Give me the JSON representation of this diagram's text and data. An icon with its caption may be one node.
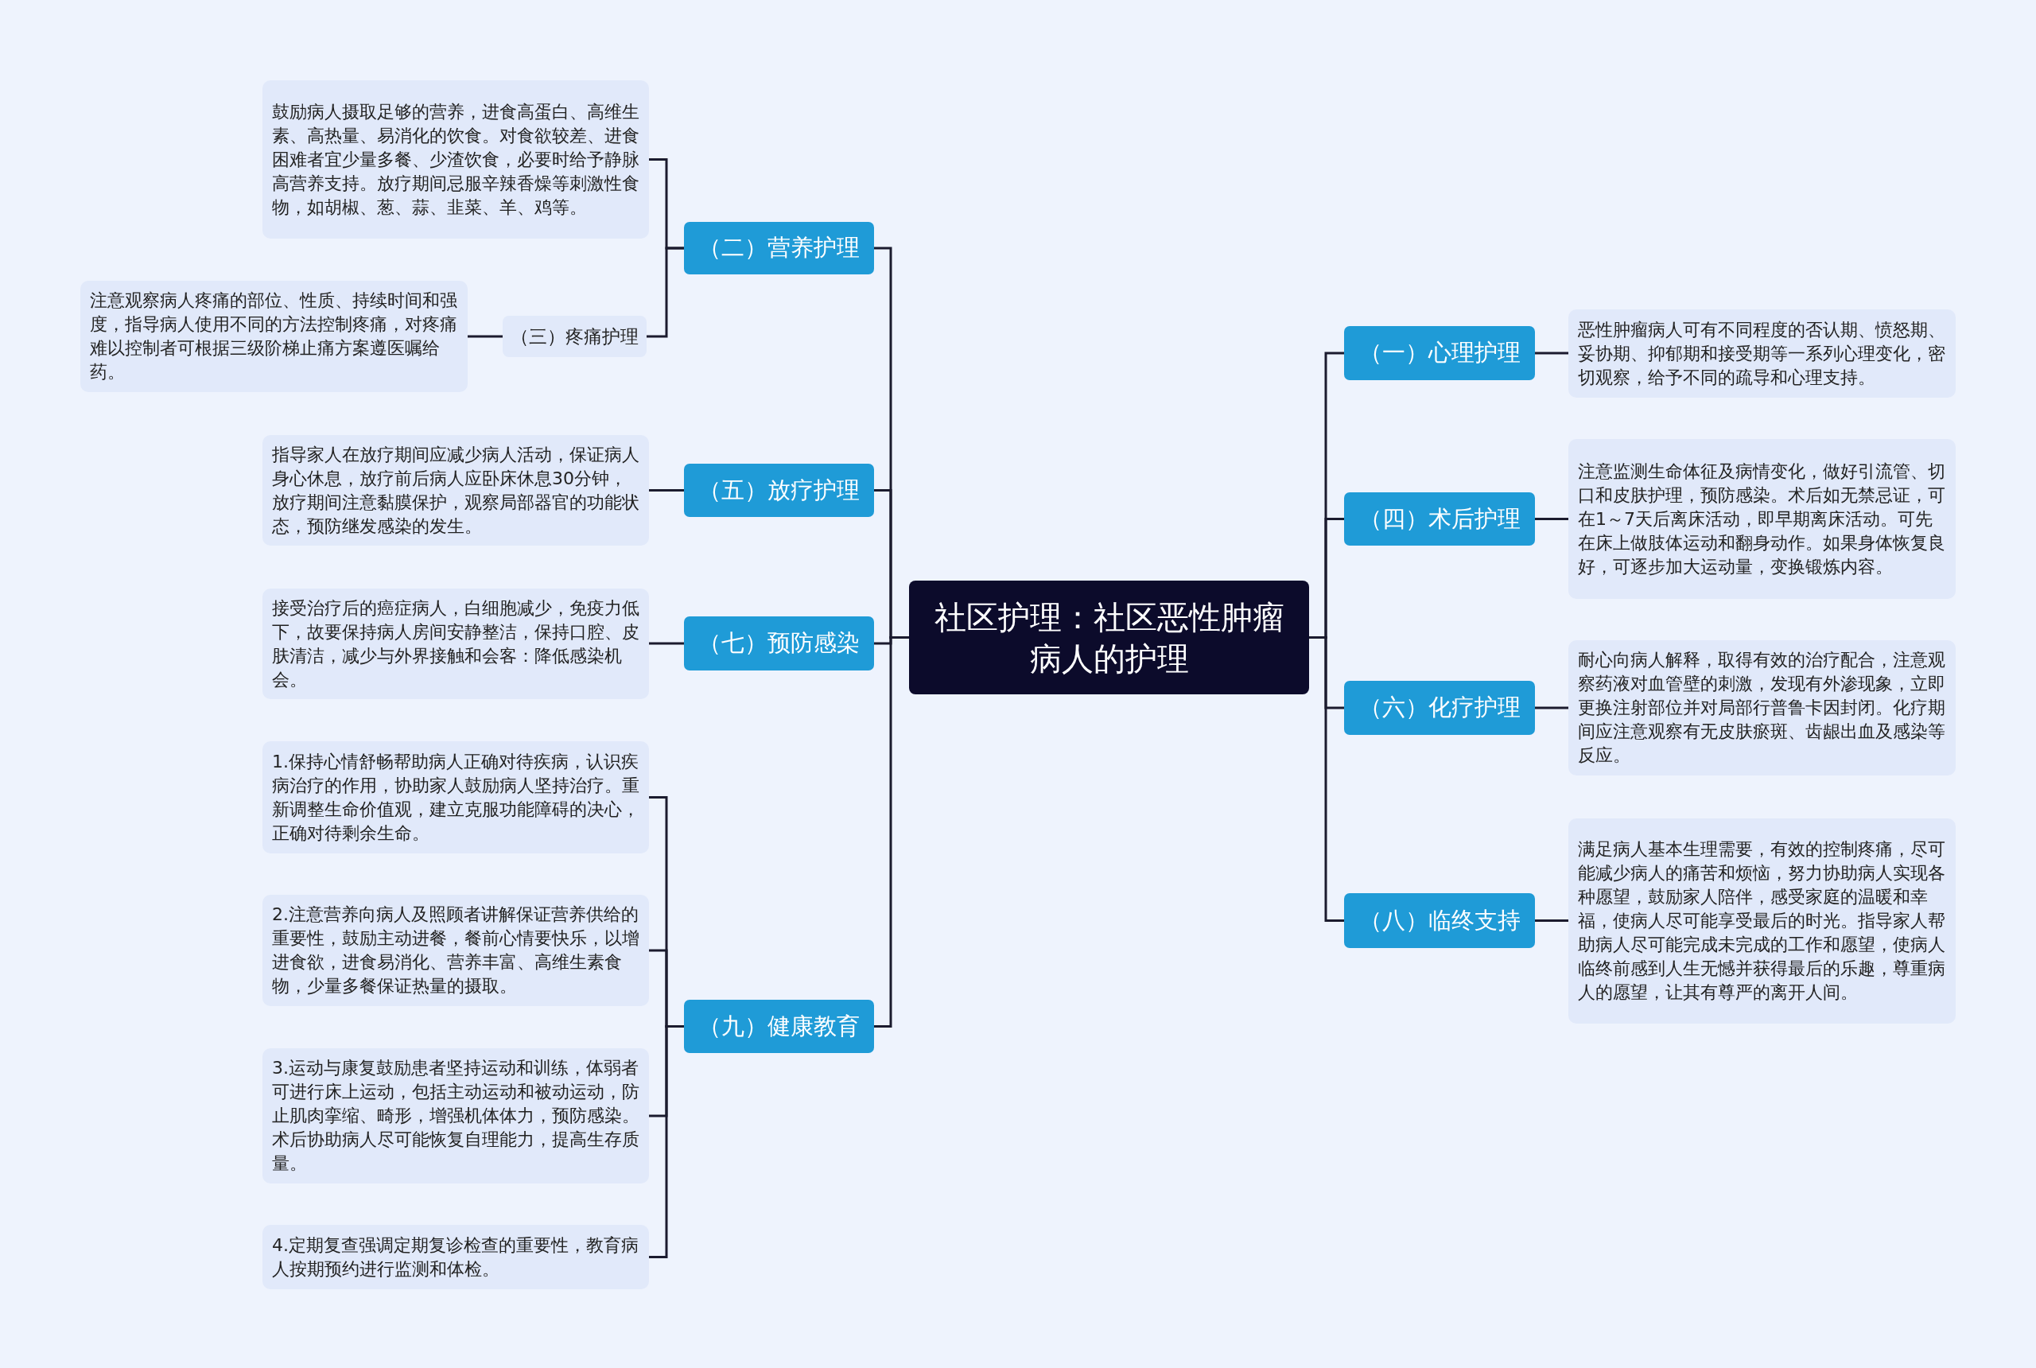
{
  "diagram": {
    "nodes": [
      {
        "text": [
          "社区护理：社区恶性肿瘤病人的护理"
        ]
      },
      {
        "text": [
          "（二）营养护理"
        ]
      },
      {
        "text": [
          "鼓励病人摄取足够的营养，进食高蛋白、高维生素、高热量、易消化的饮食。对食欲较差、进食困难者宜少量多餐、少渣饮食，必要时给予静脉高营养支持。放疗期间忌服辛辣香燥等刺激性食物，如胡椒、葱、蒜、韭菜、羊、鸡等。"
        ]
      },
      {
        "text": [
          "（三）疼痛护理"
        ]
      },
      {
        "text": [
          "注意观察病人疼痛的部位、性质、持续时间和强度，指导病人使用不同的方法控制疼痛，对疼痛难以控制者可根据三级阶梯止痛方案遵医嘱给药。"
        ]
      },
      {
        "text": [
          "（五）放疗护理"
        ]
      },
      {
        "text": [
          "指导家人在放疗期间应减少病人活动，保证病人身心休息，放疗前后病人应卧床休息30分钟，放疗期间注意黏膜保护，观察局部器官的功能状态，预防继发感染的发生。"
        ]
      },
      {
        "text": [
          "（七）预防感染"
        ]
      },
      {
        "text": [
          "接受治疗后的癌症病人，白细胞减少，免疫力低下，故要保持病人房间安静整洁，保持口腔、皮肤清洁，减少与外界接触和会客：降低感染机会。"
        ]
      },
      {
        "text": [
          "（九）健康教育"
        ]
      },
      {
        "text": [
          "1.保持心情舒畅帮助病人正确对待疾病，认识疾病治疗的作用，协助家人鼓励病人坚持治疗。重新调整生命价值观，建立克服功能障碍的决心，正确对待剩余生命。"
        ]
      },
      {
        "text": [
          "2.注意营养向病人及照顾者讲解保证营养供给的重要性，鼓励主动进餐，餐前心情要快乐，以增进食欲，进食易消化、营养丰富、高维生素食物，少量多餐保证热量的摄取。"
        ]
      },
      {
        "text": [
          "3.运动与康复鼓励患者坚持运动和训练，体弱者可进行床上运动，包括主动运动和被动运动，防止肌肉挛缩、畸形，增强机体体力，预防感染。术后协助病人尽可能恢复自理能力，提高生存质量。"
        ]
      },
      {
        "text": [
          "4.定期复查强调定期复诊检查的重要性，教育病人按期预约进行监测和体检。"
        ]
      },
      {
        "text": [
          "（一）心理护理"
        ]
      },
      {
        "text": [
          "恶性肿瘤病人可有不同程度的否认期、愤怒期、妥协期、抑郁期和接受期等一系列心理变化，密切观察，给予不同的疏导和心理支持。"
        ]
      },
      {
        "text": [
          "（四）术后护理"
        ]
      },
      {
        "text": [
          "注意监测生命体征及病情变化，做好引流管、切口和皮肤护理，预防感染。术后如无禁忌证，可在1～7天后离床活动，即早期离床活动。可先在床上做肢体运动和翻身动作。如果身体恢复良好，可逐步加大运动量，变换锻炼内容。"
        ]
      },
      {
        "text": [
          "（六）化疗护理"
        ]
      },
      {
        "text": [
          "耐心向病人解释，取得有效的治疗配合，注意观察药液对血管壁的刺激，发现有外渗现象，立即更换注射部位并对局部行普鲁卡因封闭。化疗期间应注意观察有无皮肤瘀斑、齿龈出血及感染等反应。"
        ]
      },
      {
        "text": [
          "（八）临终支持"
        ]
      },
      {
        "text": [
          "满足病人基本生理需要，有效的控制疼痛，尽可能减少病人的痛苦和烦恼，努力协助病人实现各种愿望，鼓励家人陪伴，感受家庭的温暖和幸福，使病人尽可能享受最后的时光。指导家人帮助病人尽可能完成未完成的工作和愿望，使病人临终前感到人生无憾并获得最后的乐趣，尊重病人的愿望，让其有尊严的离开人间。"
        ]
      }
    ],
    "edges": [
      {
        "from": 0,
        "to": 1,
        "arrow": "none"
      },
      {
        "from": 1,
        "to": 2,
        "arrow": "none"
      },
      {
        "from": 1,
        "to": 3,
        "arrow": "none"
      },
      {
        "from": 3,
        "to": 4,
        "arrow": "none"
      },
      {
        "from": 0,
        "to": 5,
        "arrow": "none"
      },
      {
        "from": 5,
        "to": 6,
        "arrow": "none"
      },
      {
        "from": 0,
        "to": 7,
        "arrow": "none"
      },
      {
        "from": 7,
        "to": 8,
        "arrow": "none"
      },
      {
        "from": 0,
        "to": 9,
        "arrow": "none"
      },
      {
        "from": 9,
        "to": 10,
        "arrow": "none"
      },
      {
        "from": 9,
        "to": 11,
        "arrow": "none"
      },
      {
        "from": 9,
        "to": 12,
        "arrow": "none"
      },
      {
        "from": 9,
        "to": 13,
        "arrow": "none"
      },
      {
        "from": 0,
        "to": 14,
        "arrow": "none"
      },
      {
        "from": 14,
        "to": 15,
        "arrow": "none"
      },
      {
        "from": 0,
        "to": 16,
        "arrow": "none"
      },
      {
        "from": 16,
        "to": 17,
        "arrow": "none"
      },
      {
        "from": 0,
        "to": 18,
        "arrow": "none"
      },
      {
        "from": 18,
        "to": 19,
        "arrow": "none"
      },
      {
        "from": 0,
        "to": 20,
        "arrow": "none"
      },
      {
        "from": 20,
        "to": 21,
        "arrow": "none"
      }
    ]
  }
}
